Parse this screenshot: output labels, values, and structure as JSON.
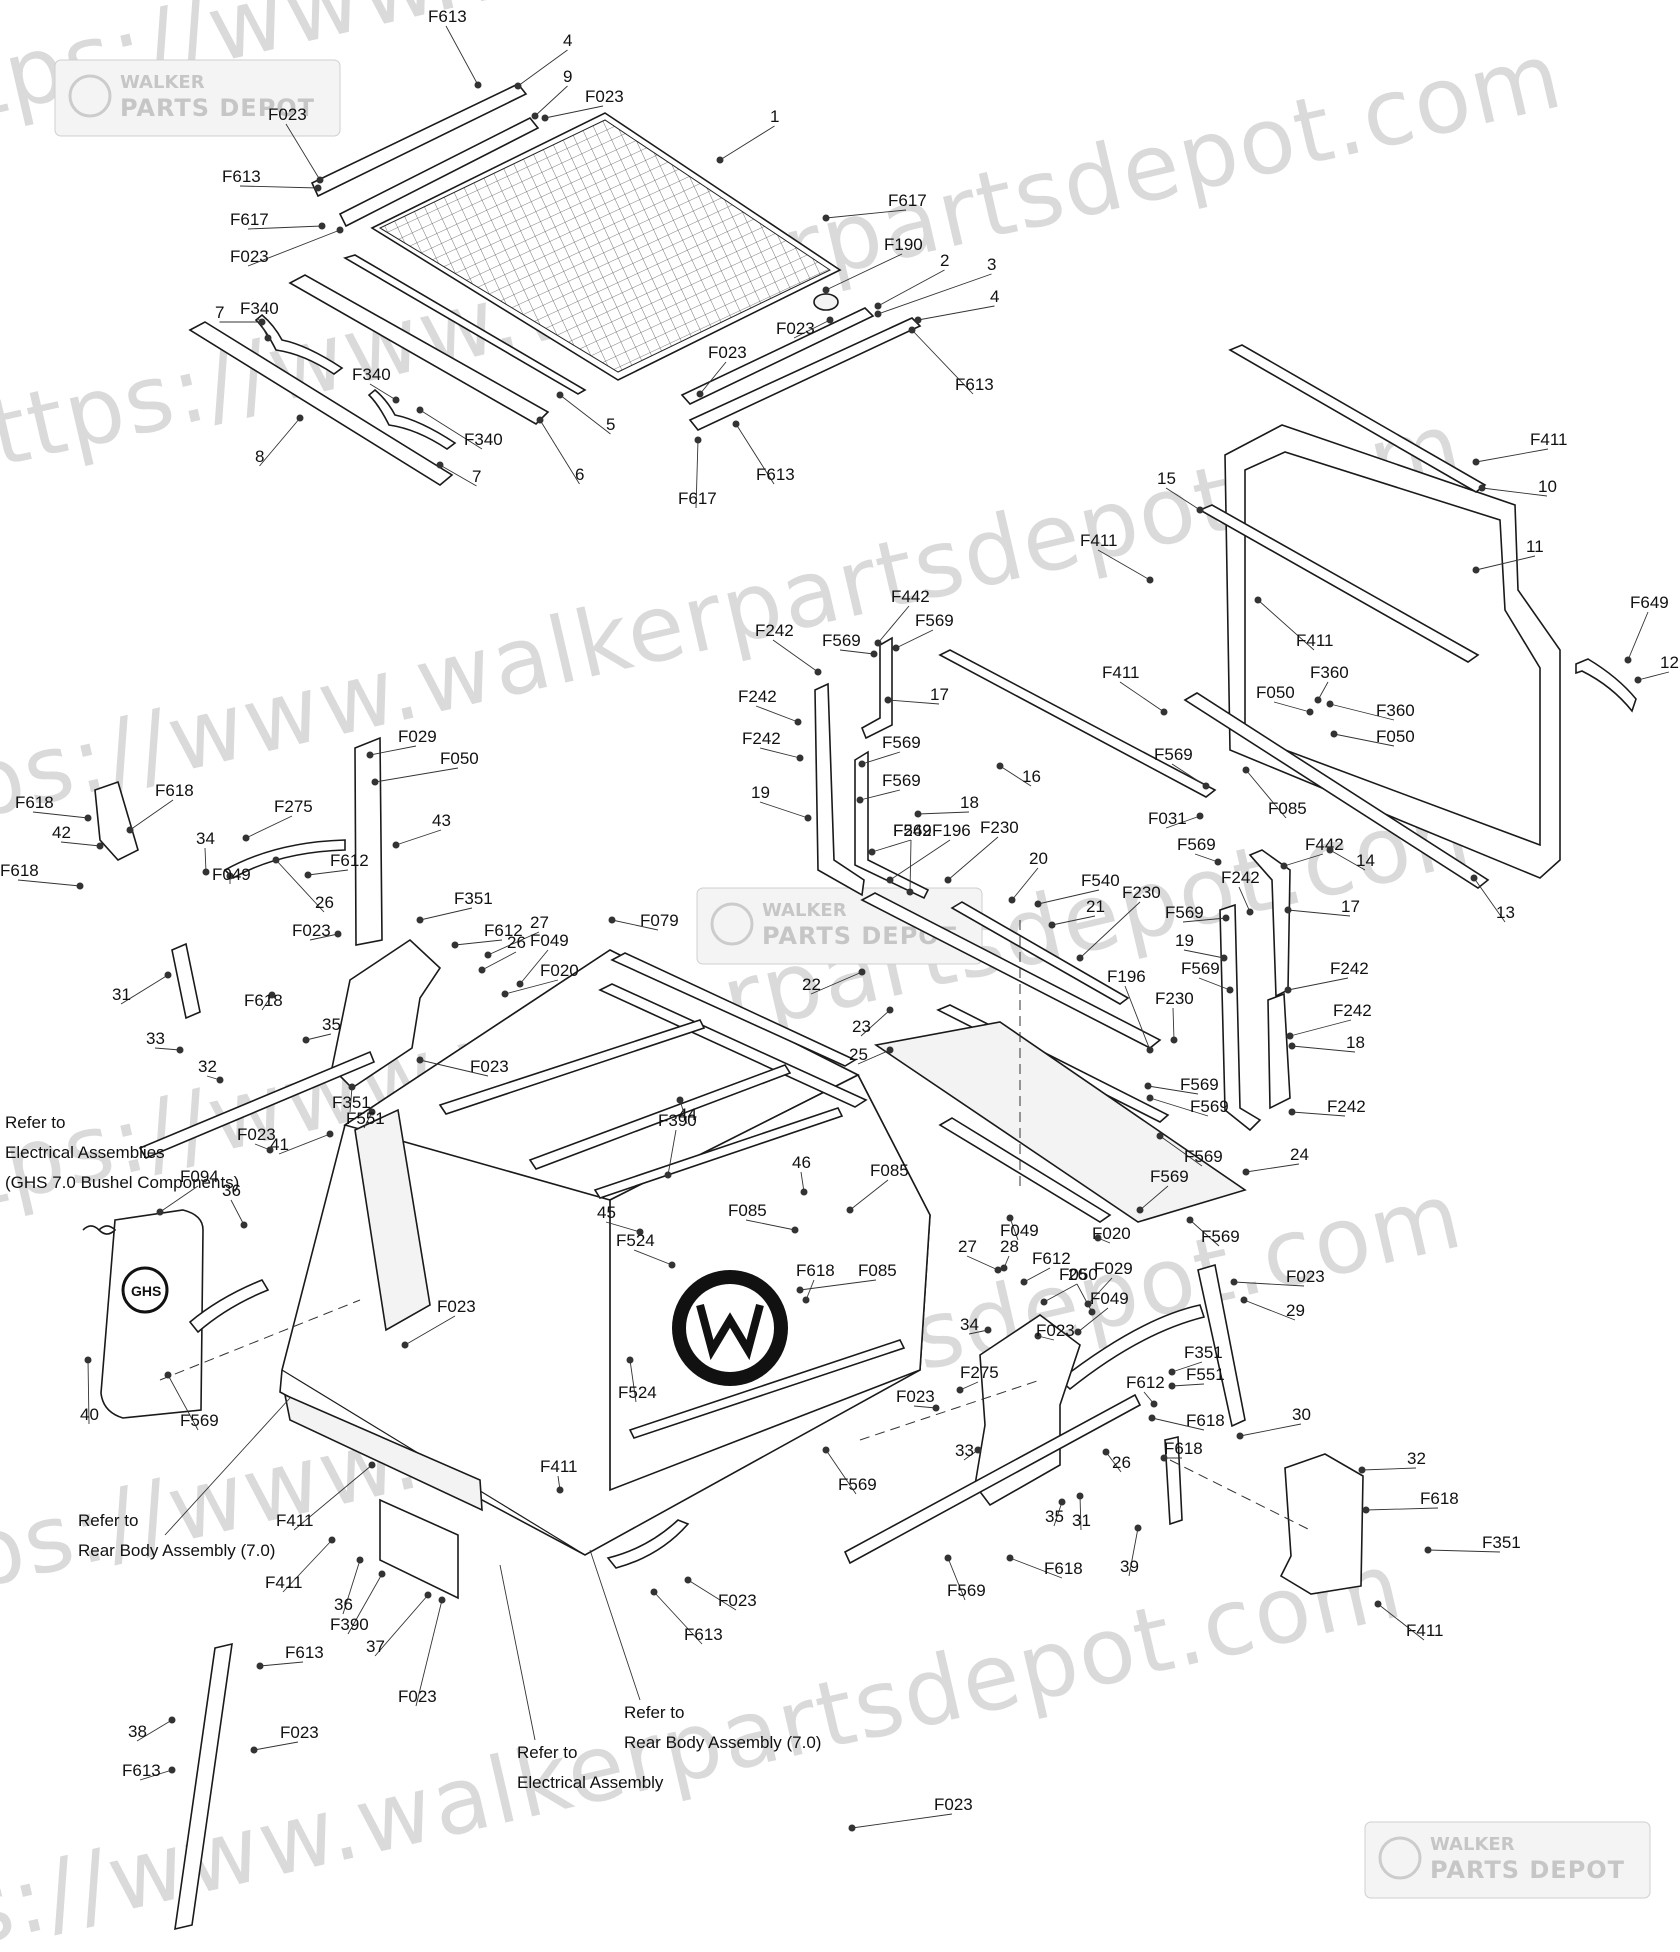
{
  "watermark": {
    "url": "https://www.walkerpartsdepot.com",
    "badge_line1": "WALKER",
    "badge_line2": "PARTS DEPOT"
  },
  "notes": {
    "electrical_assemblies": [
      "Refer to",
      "Electrical Assemblies",
      "(GHS 7.0 Bushel Components)"
    ],
    "rear_body_left": [
      "Refer to",
      "Rear Body Assembly (7.0)"
    ],
    "electrical_assembly": [
      "Refer to",
      "Electrical Assembly"
    ],
    "rear_body_bottom": [
      "Refer to",
      "Rear Body Assembly (7.0)"
    ]
  },
  "logos": {
    "ghs_decal": "GHS"
  },
  "callouts": [
    {
      "text": "F613"
    },
    {
      "text": "4"
    },
    {
      "text": "9"
    },
    {
      "text": "F023"
    },
    {
      "text": "1"
    },
    {
      "text": "F023"
    },
    {
      "text": "F613"
    },
    {
      "text": "F617"
    },
    {
      "text": "F023"
    },
    {
      "text": "F617"
    },
    {
      "text": "F190"
    },
    {
      "text": "2"
    },
    {
      "text": "3"
    },
    {
      "text": "F023"
    },
    {
      "text": "4"
    },
    {
      "text": "F613"
    },
    {
      "text": "7"
    },
    {
      "text": "F340"
    },
    {
      "text": "F340"
    },
    {
      "text": "F340"
    },
    {
      "text": "8"
    },
    {
      "text": "7"
    },
    {
      "text": "5"
    },
    {
      "text": "6"
    },
    {
      "text": "F023"
    },
    {
      "text": "F613"
    },
    {
      "text": "F617"
    },
    {
      "text": "F411"
    },
    {
      "text": "10"
    },
    {
      "text": "15"
    },
    {
      "text": "11"
    },
    {
      "text": "F411"
    },
    {
      "text": "F411"
    },
    {
      "text": "F649"
    },
    {
      "text": "12"
    },
    {
      "text": "F360"
    },
    {
      "text": "F050"
    },
    {
      "text": "F360"
    },
    {
      "text": "F050"
    },
    {
      "text": "F411"
    },
    {
      "text": "F569"
    },
    {
      "text": "F031"
    },
    {
      "text": "F085"
    },
    {
      "text": "F569"
    },
    {
      "text": "F442"
    },
    {
      "text": "14"
    },
    {
      "text": "13"
    },
    {
      "text": "F442"
    },
    {
      "text": "F569"
    },
    {
      "text": "F242"
    },
    {
      "text": "F569"
    },
    {
      "text": "17"
    },
    {
      "text": "F242"
    },
    {
      "text": "F242"
    },
    {
      "text": "F569"
    },
    {
      "text": "F569"
    },
    {
      "text": "18"
    },
    {
      "text": "19"
    },
    {
      "text": "16"
    },
    {
      "text": "F242"
    },
    {
      "text": "F569"
    },
    {
      "text": "F196"
    },
    {
      "text": "F230"
    },
    {
      "text": "20"
    },
    {
      "text": "F540"
    },
    {
      "text": "21"
    },
    {
      "text": "F230"
    },
    {
      "text": "F242"
    },
    {
      "text": "17"
    },
    {
      "text": "F569"
    },
    {
      "text": "19"
    },
    {
      "text": "F569"
    },
    {
      "text": "F242"
    },
    {
      "text": "F196"
    },
    {
      "text": "F230"
    },
    {
      "text": "F242"
    },
    {
      "text": "18"
    },
    {
      "text": "F569"
    },
    {
      "text": "22"
    },
    {
      "text": "23"
    },
    {
      "text": "25"
    },
    {
      "text": "F569"
    },
    {
      "text": "F242"
    },
    {
      "text": "F569"
    },
    {
      "text": "24"
    },
    {
      "text": "F029"
    },
    {
      "text": "F050"
    },
    {
      "text": "F618"
    },
    {
      "text": "F618"
    },
    {
      "text": "42"
    },
    {
      "text": "F618"
    },
    {
      "text": "34"
    },
    {
      "text": "F275"
    },
    {
      "text": "43"
    },
    {
      "text": "F049"
    },
    {
      "text": "F612"
    },
    {
      "text": "26"
    },
    {
      "text": "F351"
    },
    {
      "text": "F023"
    },
    {
      "text": "F612"
    },
    {
      "text": "27"
    },
    {
      "text": "26"
    },
    {
      "text": "F049"
    },
    {
      "text": "F020"
    },
    {
      "text": "F079"
    },
    {
      "text": "31"
    },
    {
      "text": "F618"
    },
    {
      "text": "33"
    },
    {
      "text": "35"
    },
    {
      "text": "32"
    },
    {
      "text": "F023"
    },
    {
      "text": "F351"
    },
    {
      "text": "F551"
    },
    {
      "text": "41"
    },
    {
      "text": "F023"
    },
    {
      "text": "44"
    },
    {
      "text": "F390"
    },
    {
      "text": "36"
    },
    {
      "text": "F094"
    },
    {
      "text": "40"
    },
    {
      "text": "F569"
    },
    {
      "text": "F023"
    },
    {
      "text": "46"
    },
    {
      "text": "F085"
    },
    {
      "text": "45"
    },
    {
      "text": "F085"
    },
    {
      "text": "F524"
    },
    {
      "text": "F618"
    },
    {
      "text": "F085"
    },
    {
      "text": "F524"
    },
    {
      "text": "F569"
    },
    {
      "text": "F569"
    },
    {
      "text": "F569"
    },
    {
      "text": "F020"
    },
    {
      "text": "F049"
    },
    {
      "text": "26"
    },
    {
      "text": "27"
    },
    {
      "text": "28"
    },
    {
      "text": "F612"
    },
    {
      "text": "F050"
    },
    {
      "text": "26"
    },
    {
      "text": "F029"
    },
    {
      "text": "F023"
    },
    {
      "text": "F049"
    },
    {
      "text": "29"
    },
    {
      "text": "34"
    },
    {
      "text": "F351"
    },
    {
      "text": "F023"
    },
    {
      "text": "F551"
    },
    {
      "text": "F612"
    },
    {
      "text": "F275"
    },
    {
      "text": "F023"
    },
    {
      "text": "F618"
    },
    {
      "text": "30"
    },
    {
      "text": "F618"
    },
    {
      "text": "33"
    },
    {
      "text": "32"
    },
    {
      "text": "F618"
    },
    {
      "text": "35"
    },
    {
      "text": "31"
    },
    {
      "text": "F351"
    },
    {
      "text": "F618"
    },
    {
      "text": "39"
    },
    {
      "text": "F569"
    },
    {
      "text": "F411"
    },
    {
      "text": "F411"
    },
    {
      "text": "F411"
    },
    {
      "text": "F411"
    },
    {
      "text": "36"
    },
    {
      "text": "F390"
    },
    {
      "text": "37"
    },
    {
      "text": "F023"
    },
    {
      "text": "F613"
    },
    {
      "text": "F023"
    },
    {
      "text": "F613"
    },
    {
      "text": "38"
    },
    {
      "text": "F023"
    },
    {
      "text": "F613"
    },
    {
      "text": "F023"
    }
  ]
}
